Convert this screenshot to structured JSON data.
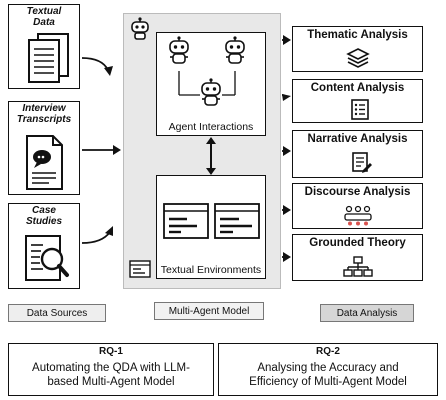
{
  "sources": {
    "items": [
      {
        "lines": [
          "Textual",
          "Data"
        ]
      },
      {
        "lines": [
          "Interview",
          "Transcripts"
        ]
      },
      {
        "lines": [
          "Case",
          "Studies"
        ]
      }
    ],
    "label": "Data Sources"
  },
  "model": {
    "agent_interactions": "Agent Interactions",
    "textual_environments": "Textual Environments",
    "label": "Multi-Agent Model"
  },
  "analysis": {
    "items": [
      {
        "label": "Thematic Analysis",
        "icon": "layers-icon"
      },
      {
        "label": "Content Analysis",
        "icon": "checklist-icon"
      },
      {
        "label": "Narrative Analysis",
        "icon": "document-pen-icon"
      },
      {
        "label": "Discourse Analysis",
        "icon": "meeting-icon"
      },
      {
        "label": "Grounded Theory",
        "icon": "hierarchy-icon"
      }
    ],
    "label": "Data Analysis"
  },
  "research_questions": [
    {
      "title": "RQ-1",
      "lines": [
        "Automating the QDA with LLM-",
        "based Multi-Agent Model"
      ]
    },
    {
      "title": "RQ-2",
      "lines": [
        "Analysing the Accuracy and",
        "Efficiency of Multi-Agent Model"
      ]
    }
  ],
  "colors": {
    "panel": "#e8e8e8",
    "stroke": "#111111",
    "label_dark": "#d6d6d6"
  }
}
